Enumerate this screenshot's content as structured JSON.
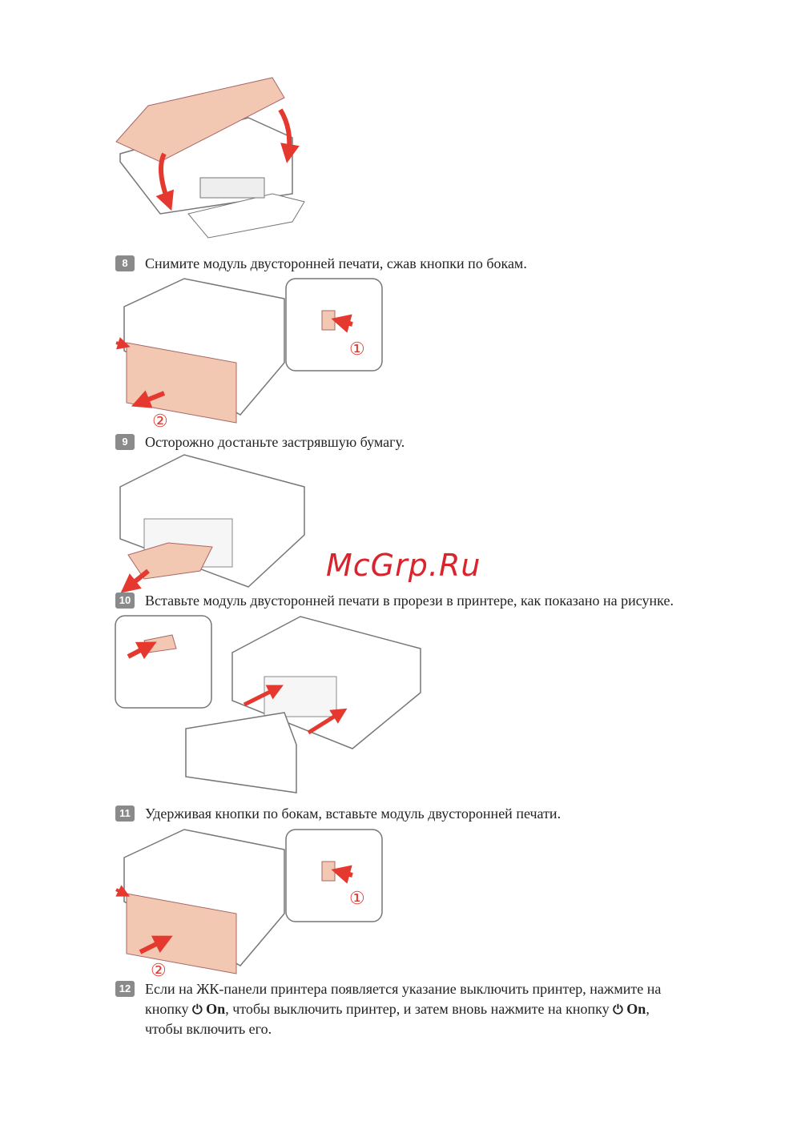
{
  "steps": [
    {
      "number": "8",
      "text": "Снимите модуль двусторонней печати, сжав кнопки по бокам."
    },
    {
      "number": "9",
      "text": "Осторожно достаньте застрявшую бумагу."
    },
    {
      "number": "10",
      "text": "Вставьте модуль двусторонней печати в прорези в принтере, как показано на рисунке."
    },
    {
      "number": "11",
      "text": "Удерживая кнопки по бокам, вставьте модуль двусторонней печати."
    },
    {
      "number": "12",
      "line1": "Если на ЖК-панели принтера появляется указание выключить принтер, нажмите на",
      "line2_a": "кнопку",
      "button_label": "On",
      "line2_b": ", чтобы выключить принтер, и затем вновь нажмите на кнопку",
      "line2_c": ",",
      "line3": "чтобы включить его."
    }
  ],
  "callouts": {
    "one": "①",
    "two": "②"
  },
  "power_icon": "power-icon",
  "watermark": "McGrp.Ru",
  "colors": {
    "accent": "#e5392f",
    "peach": "#f3c8b3",
    "badge": "#8a8a8a"
  }
}
